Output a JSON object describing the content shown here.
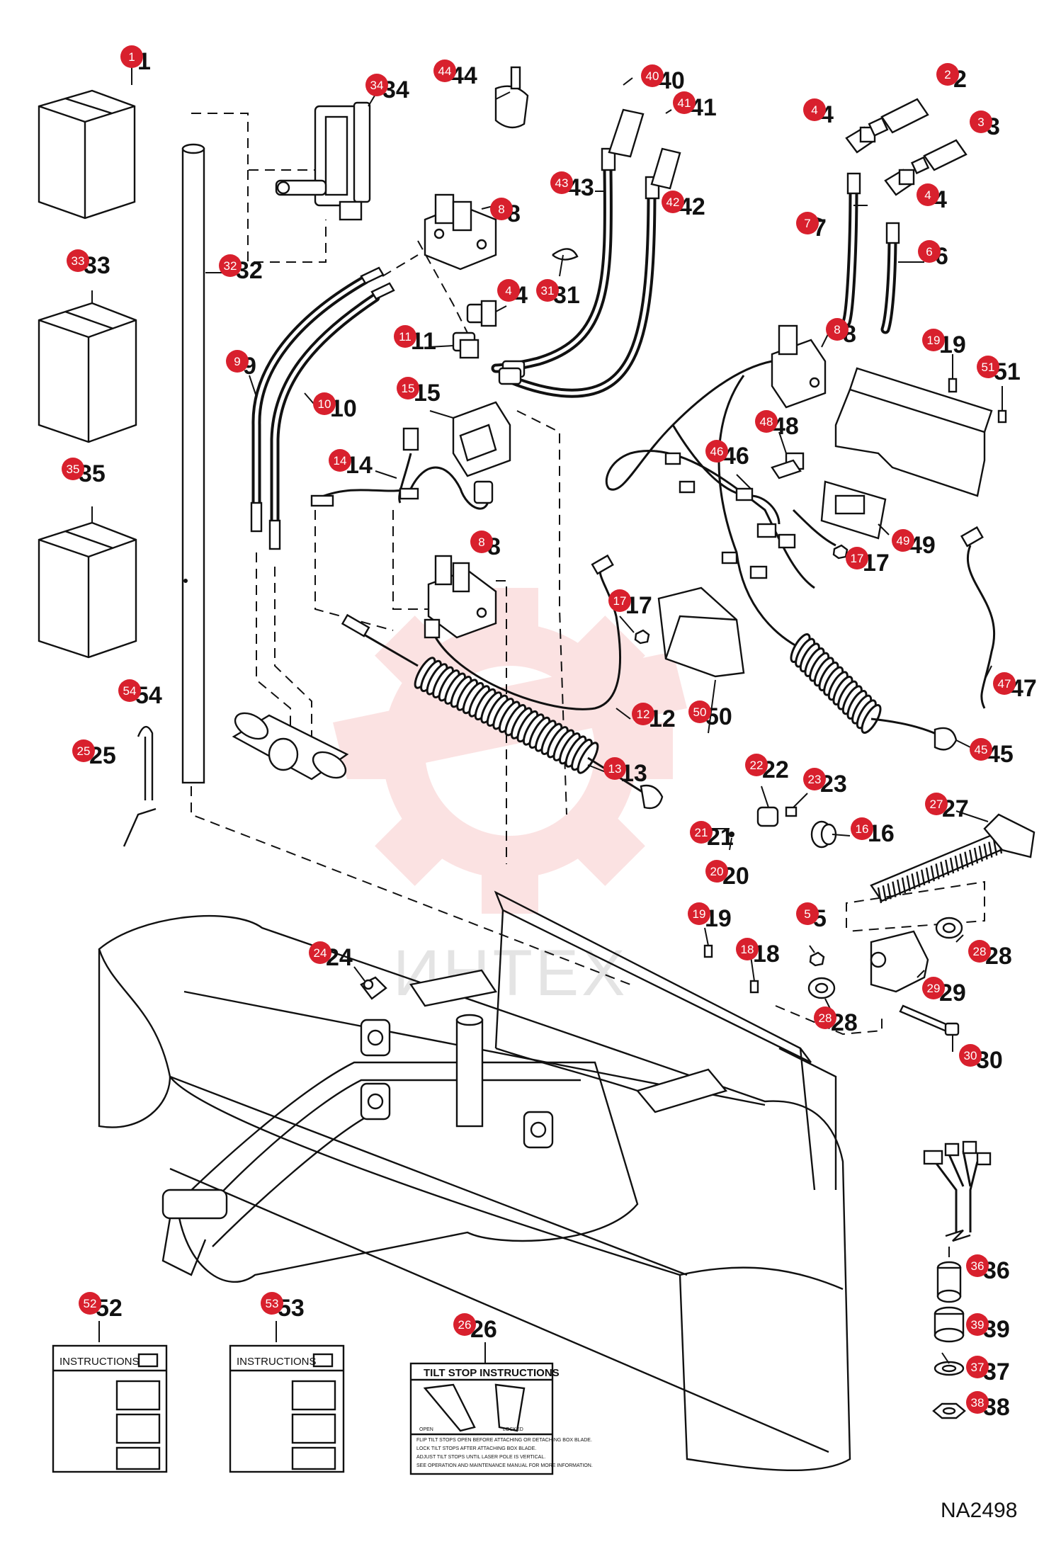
{
  "diagram_code": "NA2498",
  "watermark_text": "ИНТЕХ",
  "colors": {
    "badge": "#d8202d",
    "line": "#111111",
    "watermark": "#f08080"
  },
  "callouts": [
    {
      "id": "c1",
      "label": "1"
    },
    {
      "id": "c2",
      "label": "2"
    },
    {
      "id": "c3",
      "label": "3"
    },
    {
      "id": "c4a",
      "label": "4"
    },
    {
      "id": "c4b",
      "label": "4"
    },
    {
      "id": "c4c",
      "label": "4"
    },
    {
      "id": "c5",
      "label": "5"
    },
    {
      "id": "c6",
      "label": "6"
    },
    {
      "id": "c7",
      "label": "7"
    },
    {
      "id": "c8a",
      "label": "8"
    },
    {
      "id": "c8b",
      "label": "8"
    },
    {
      "id": "c8c",
      "label": "8"
    },
    {
      "id": "c9",
      "label": "9"
    },
    {
      "id": "c10",
      "label": "10"
    },
    {
      "id": "c11",
      "label": "11"
    },
    {
      "id": "c12",
      "label": "12"
    },
    {
      "id": "c13",
      "label": "13"
    },
    {
      "id": "c14",
      "label": "14"
    },
    {
      "id": "c15",
      "label": "15"
    },
    {
      "id": "c16",
      "label": "16"
    },
    {
      "id": "c17a",
      "label": "17"
    },
    {
      "id": "c17b",
      "label": "17"
    },
    {
      "id": "c18",
      "label": "18"
    },
    {
      "id": "c19a",
      "label": "19"
    },
    {
      "id": "c19b",
      "label": "19"
    },
    {
      "id": "c20",
      "label": "20"
    },
    {
      "id": "c21",
      "label": "21"
    },
    {
      "id": "c22",
      "label": "22"
    },
    {
      "id": "c23",
      "label": "23"
    },
    {
      "id": "c24",
      "label": "24"
    },
    {
      "id": "c25",
      "label": "25"
    },
    {
      "id": "c26",
      "label": "26"
    },
    {
      "id": "c27",
      "label": "27"
    },
    {
      "id": "c28a",
      "label": "28"
    },
    {
      "id": "c28b",
      "label": "28"
    },
    {
      "id": "c29",
      "label": "29"
    },
    {
      "id": "c30",
      "label": "30"
    },
    {
      "id": "c31",
      "label": "31"
    },
    {
      "id": "c32",
      "label": "32"
    },
    {
      "id": "c33",
      "label": "33"
    },
    {
      "id": "c34",
      "label": "34"
    },
    {
      "id": "c35",
      "label": "35"
    },
    {
      "id": "c36",
      "label": "36"
    },
    {
      "id": "c37",
      "label": "37"
    },
    {
      "id": "c38",
      "label": "38"
    },
    {
      "id": "c39",
      "label": "39"
    },
    {
      "id": "c40",
      "label": "40"
    },
    {
      "id": "c41",
      "label": "41"
    },
    {
      "id": "c42",
      "label": "42"
    },
    {
      "id": "c43",
      "label": "43"
    },
    {
      "id": "c44",
      "label": "44"
    },
    {
      "id": "c45",
      "label": "45"
    },
    {
      "id": "c46",
      "label": "46"
    },
    {
      "id": "c47",
      "label": "47"
    },
    {
      "id": "c48",
      "label": "48"
    },
    {
      "id": "c49",
      "label": "49"
    },
    {
      "id": "c50",
      "label": "50"
    },
    {
      "id": "c51",
      "label": "51"
    },
    {
      "id": "c52",
      "label": "52"
    },
    {
      "id": "c53",
      "label": "53"
    },
    {
      "id": "c54",
      "label": "54"
    }
  ],
  "instruction_sheets": [
    {
      "id": "sheet52",
      "title": "INSTRUCTIONS"
    },
    {
      "id": "sheet53",
      "title": "INSTRUCTIONS"
    }
  ],
  "decal": {
    "title": "TILT STOP INSTRUCTIONS",
    "label_open": "OPEN",
    "label_locked": "LOCKED",
    "bullets": [
      "FLIP TILT STOPS OPEN BEFORE ATTACHING OR DETACHING BOX BLADE.",
      "LOCK TILT STOPS AFTER ATTACHING BOX BLADE.",
      "ADJUST TILT STOPS UNTIL LASER POLE IS VERTICAL.",
      "SEE OPERATION AND MAINTENANCE MANUAL FOR MORE INFORMATION."
    ]
  }
}
